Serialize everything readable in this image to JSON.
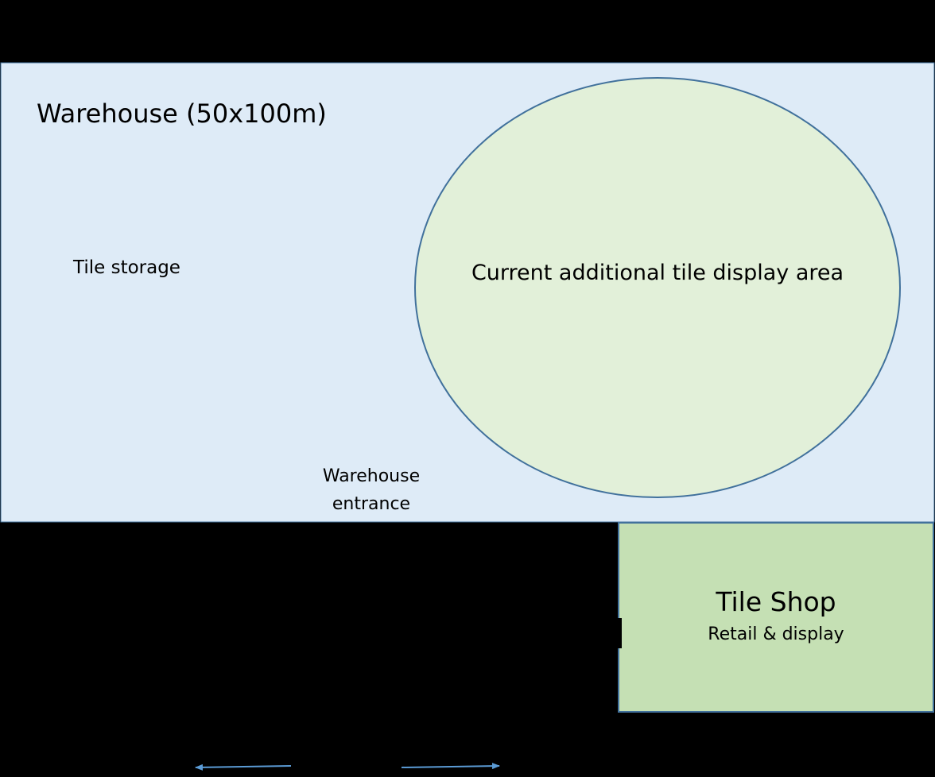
{
  "warehouse": {
    "title": "Warehouse (50x100m)",
    "storage_label": "Tile storage",
    "entrance_label": "Warehouse entrance"
  },
  "display_area": {
    "label": "Current additional tile display area"
  },
  "shop": {
    "title": "Tile Shop",
    "subtitle": "Retail & display"
  },
  "colors": {
    "background": "#000000",
    "warehouse_fill": "#deebf7",
    "display_fill": "#e2f0d9",
    "shop_fill": "#c5e0b4",
    "outline": "#41719c",
    "arrow": "#5b9bd5"
  }
}
